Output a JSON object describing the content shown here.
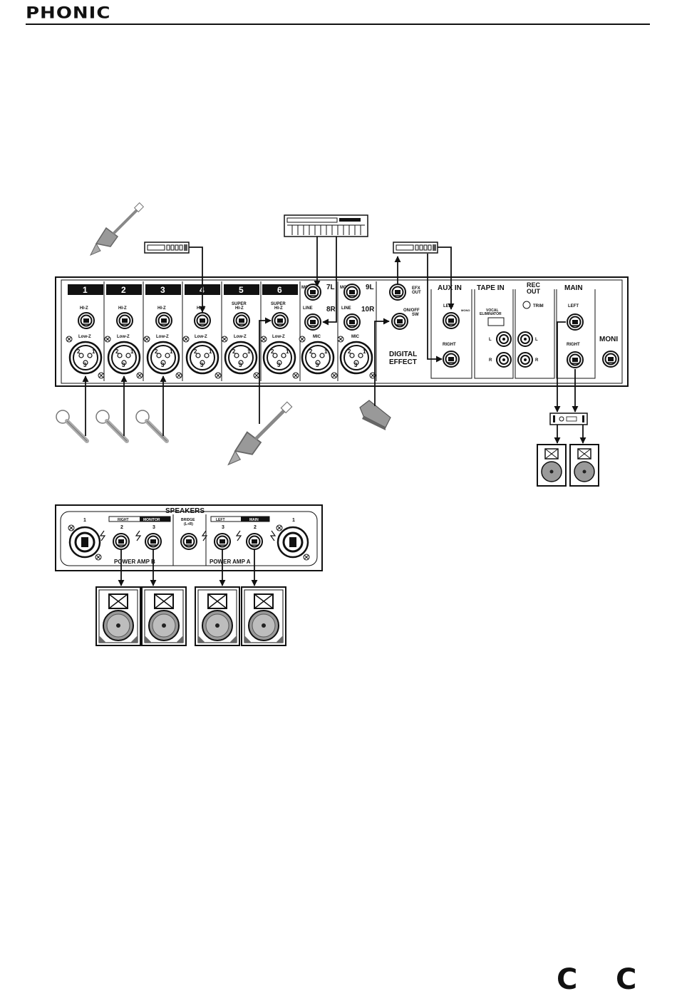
{
  "header": {
    "brand": "PHONIC"
  },
  "mixer": {
    "channel_numbers": [
      "1",
      "2",
      "3",
      "4",
      "5",
      "6"
    ],
    "hi_z_labels": [
      "HI-Z",
      "HI-Z",
      "HI-Z",
      "HI-Z"
    ],
    "super_hi_z_labels": [
      [
        "SUPER",
        "HI-Z"
      ],
      [
        "SUPER",
        "HI-Z"
      ]
    ],
    "low_z_label": "Low-Z",
    "stereo": {
      "ch7L": "7L",
      "ch8R": "8R",
      "ch9L": "9L",
      "ch10R": "10R",
      "mono": "MONO",
      "line": "LINE",
      "mic": "MIC"
    },
    "efx": {
      "efx_out": [
        "EFX",
        "OUT"
      ],
      "onoff": [
        "ON/OFF",
        "SW"
      ],
      "digital_effect": [
        "DIGITAL",
        "EFFECT"
      ]
    },
    "aux_in": {
      "title": "AUX IN",
      "left": "LEFT",
      "mono": "MONO",
      "right": "RIGHT"
    },
    "tape_in": {
      "title": "TAPE IN",
      "vocal_eliminator": [
        "VOCAL",
        "ELIMINATOR"
      ],
      "l": "L",
      "r": "R"
    },
    "rec_out": {
      "title": [
        "REC",
        "OUT"
      ],
      "trim": "TRIM",
      "l": "L",
      "r": "R"
    },
    "main": {
      "title": "MAIN",
      "left": "LEFT",
      "right": "RIGHT"
    },
    "moni": "MONI"
  },
  "speaker_panel": {
    "title": "SPEAKERS",
    "right_label": "RIGHT",
    "monitor_label": "MONITOR",
    "left_label": "LEFT",
    "main_label": "MAIN",
    "bridge": [
      "BRIDGE",
      "(L+R)"
    ],
    "numbers_b": [
      "1",
      "2",
      "3"
    ],
    "numbers_a": [
      "3",
      "2",
      "1"
    ],
    "power_amp_b": "POWER AMP B",
    "power_amp_a": "POWER AMP A"
  },
  "footer": {
    "glyph_left": "C",
    "glyph_right": "C"
  }
}
